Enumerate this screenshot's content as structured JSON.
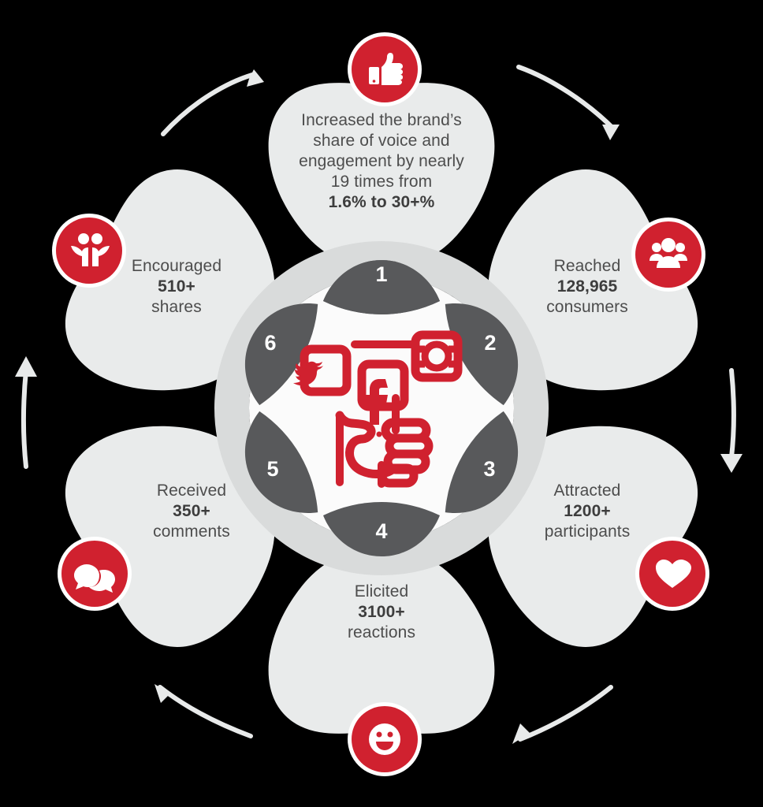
{
  "diagram": {
    "title": "Social media campaign results wheel",
    "type": "six-petal-cycle",
    "flow_direction": "clockwise",
    "colors": {
      "background": "#000000",
      "petal_fill": "#e9ebeb",
      "ring_light": "#d9dbdb",
      "ring_dark": "#58595b",
      "accent_red": "#d0212f",
      "text_gray": "#4d4d4d",
      "arrow_white": "#e8eaea"
    },
    "center": {
      "icon": "hand-holding-social-media-signs-icon",
      "sub_icons": [
        "twitter-bird-icon",
        "facebook-f-icon",
        "instagram-camera-icon"
      ]
    },
    "steps": [
      {
        "number": "1",
        "position": "top",
        "icon": "thumbs-up-icon",
        "lines": [
          {
            "text": "Increased the brand’s",
            "bold": false
          },
          {
            "text": "share of voice and",
            "bold": false
          },
          {
            "text": "engagement by nearly",
            "bold": false
          },
          {
            "text": "19 times from",
            "bold": false
          },
          {
            "text": "1.6% to 30+%",
            "bold": true
          }
        ]
      },
      {
        "number": "2",
        "position": "top-right",
        "icon": "group-of-people-icon",
        "lines": [
          {
            "text": "Reached",
            "bold": false
          },
          {
            "text": "128,965",
            "bold": true
          },
          {
            "text": "consumers",
            "bold": false
          }
        ]
      },
      {
        "number": "3",
        "position": "bottom-right",
        "icon": "heart-icon",
        "lines": [
          {
            "text": "Attracted",
            "bold": false
          },
          {
            "text": "1200+",
            "bold": true
          },
          {
            "text": "participants",
            "bold": false
          }
        ]
      },
      {
        "number": "4",
        "position": "bottom",
        "icon": "smiley-face-icon",
        "lines": [
          {
            "text": "Elicited",
            "bold": false
          },
          {
            "text": "3100+",
            "bold": true
          },
          {
            "text": "reactions",
            "bold": false
          }
        ]
      },
      {
        "number": "5",
        "position": "bottom-left",
        "icon": "speech-bubbles-icon",
        "lines": [
          {
            "text": "Received",
            "bold": false
          },
          {
            "text": "350+",
            "bold": true
          },
          {
            "text": "comments",
            "bold": false
          }
        ]
      },
      {
        "number": "6",
        "position": "top-left",
        "icon": "two-people-sharing-icon",
        "lines": [
          {
            "text": "Encouraged",
            "bold": false
          },
          {
            "text": "510+",
            "bold": true
          },
          {
            "text": "shares",
            "bold": false
          }
        ]
      }
    ],
    "arrows": [
      {
        "name": "arrow-top-left",
        "direction": "up-right"
      },
      {
        "name": "arrow-top-right",
        "direction": "down-right"
      },
      {
        "name": "arrow-right",
        "direction": "down"
      },
      {
        "name": "arrow-bottom-right",
        "direction": "down-left"
      },
      {
        "name": "arrow-bottom-left",
        "direction": "up-left"
      },
      {
        "name": "arrow-left",
        "direction": "up"
      }
    ]
  }
}
